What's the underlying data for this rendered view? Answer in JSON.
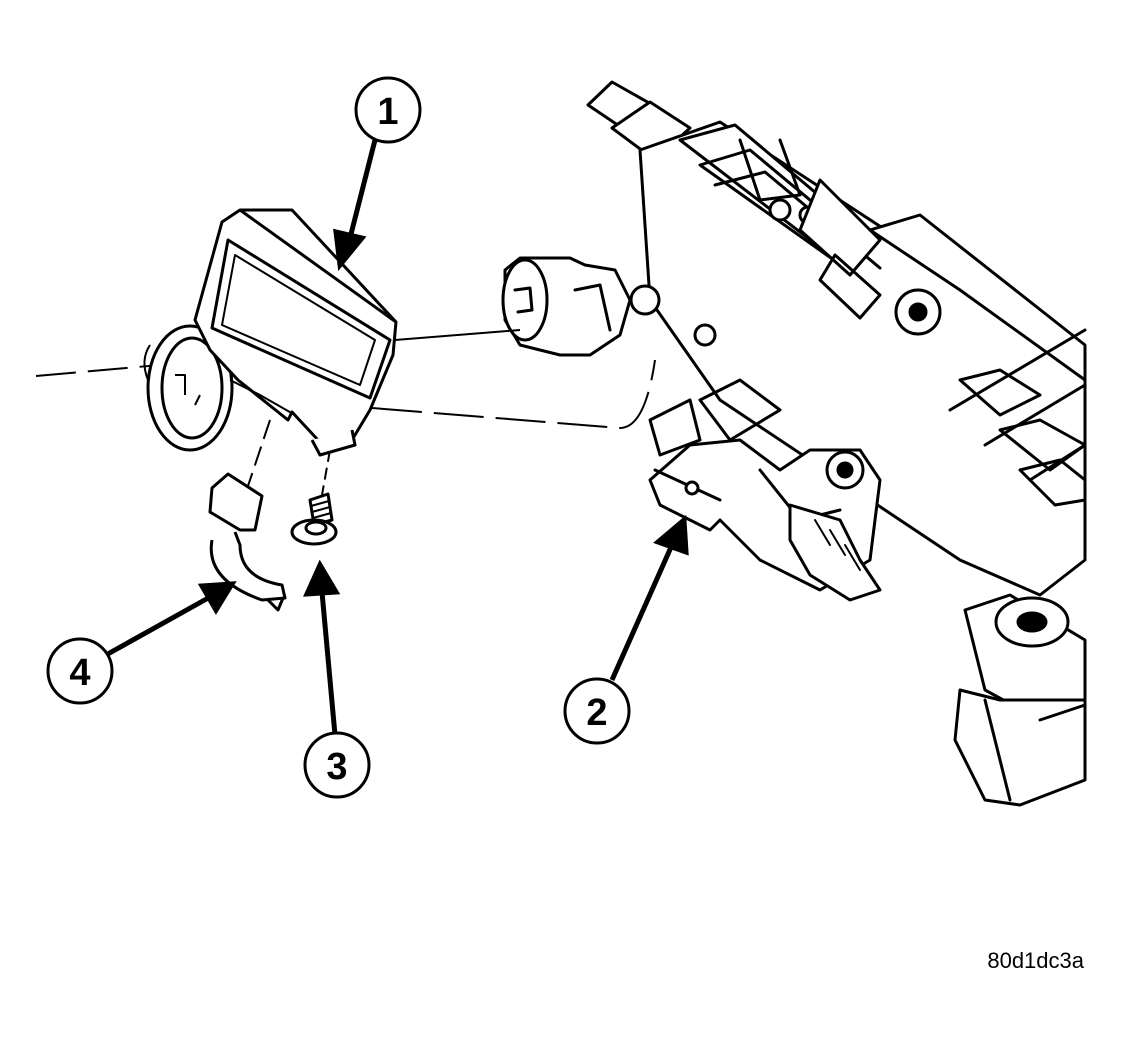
{
  "callouts": [
    {
      "label": "1"
    },
    {
      "label": "2"
    },
    {
      "label": "3"
    },
    {
      "label": "4"
    }
  ],
  "figure_id": "80d1dc3a",
  "colors": {
    "ink": "#000000",
    "paper": "#ffffff"
  }
}
